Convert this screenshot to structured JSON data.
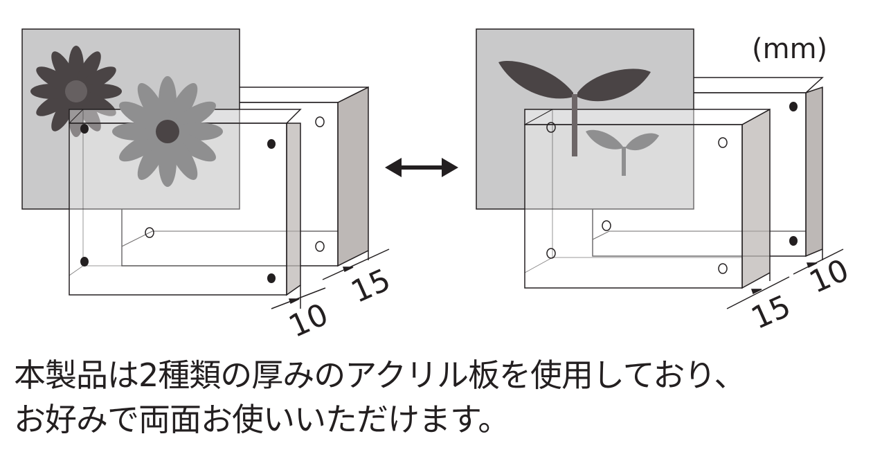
{
  "unit_label": "(mm)",
  "left_panel": {
    "front_dimension": "10",
    "back_dimension": "15"
  },
  "right_panel": {
    "front_dimension": "15",
    "back_dimension": "10"
  },
  "caption": {
    "line1": "本製品は2種類の厚みのアクリル板を使用しており、",
    "line2": "お好みで両面お使いいただけます。"
  },
  "colors": {
    "ink": "#231f20",
    "photo_gray": "#c9c9ca",
    "acrylic_side": "#bdb8b6",
    "dark_motif": "#4a4445",
    "light_motif": "#8f8f90"
  }
}
